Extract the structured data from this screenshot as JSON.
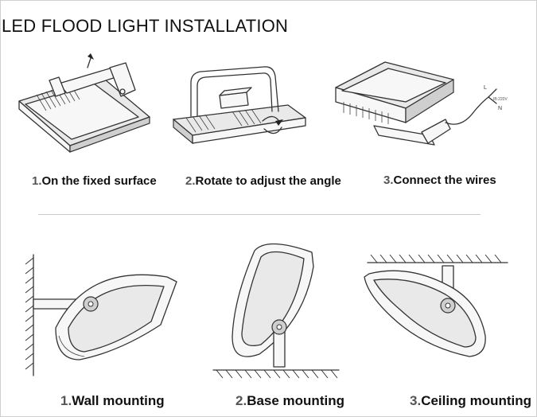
{
  "title": "LED FLOOD LIGHT INSTALLATION",
  "steps_top": [
    {
      "num": "1.",
      "text": "On the fixed surface"
    },
    {
      "num": "2.",
      "text": "Rotate to adjust the angle"
    },
    {
      "num": "3.",
      "text": "Connect the wires"
    }
  ],
  "steps_bottom": [
    {
      "num": "1.",
      "text": "Wall mounting"
    },
    {
      "num": "2.",
      "text": "Base mounting"
    },
    {
      "num": "3.",
      "text": "Ceiling mounting"
    }
  ],
  "wire_labels": {
    "live": "L",
    "neutral": "N",
    "voltage": "IB:220V"
  }
}
